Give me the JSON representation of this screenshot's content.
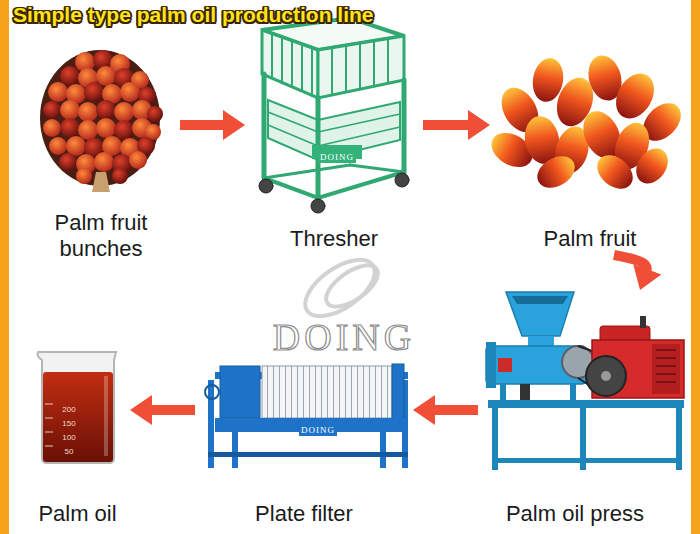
{
  "diagram": {
    "title": "Simple type palm oil production line",
    "nodes": [
      {
        "text": [
          "Palm fruit bunches"
        ]
      },
      {
        "text": [
          "Thresher"
        ]
      },
      {
        "text": [
          "Palm fruit"
        ]
      },
      {
        "text": [
          "Palm oil"
        ]
      },
      {
        "text": [
          "Plate filter"
        ]
      },
      {
        "text": [
          "Palm oil press"
        ]
      }
    ],
    "edges": [
      {
        "from": 0,
        "to": 1,
        "arrow": "to"
      },
      {
        "from": 1,
        "to": 2,
        "arrow": "to"
      },
      {
        "from": 2,
        "to": 5,
        "arrow": "to"
      },
      {
        "from": 5,
        "to": 4,
        "arrow": "to"
      },
      {
        "from": 4,
        "to": 3,
        "arrow": "to"
      }
    ],
    "labels": [
      "DOING",
      "DOING",
      "200",
      "150",
      "100",
      "50",
      "DOING"
    ]
  }
}
